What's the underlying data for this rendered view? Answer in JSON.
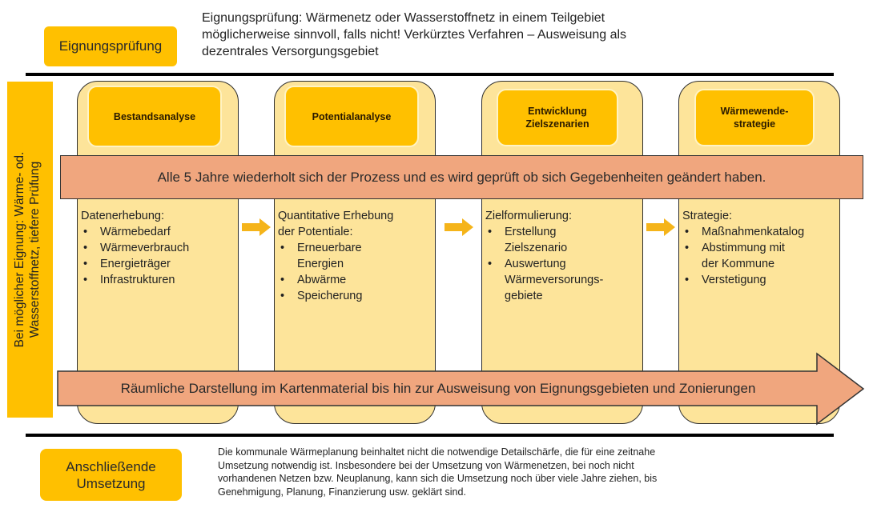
{
  "top": {
    "tag_label": "Eignungsprüfung",
    "description_lines": [
      "Eignungsprüfung: Wärmenetz oder Wasserstoffnetz in einem Teilgebiet",
      "möglicherweise sinnvoll, falls nicht! Verkürztes Verfahren – Ausweisung als",
      "dezentrales Versorgungsgebiet"
    ]
  },
  "side_label": {
    "lines": [
      "Bei möglicher Eignung: Wärme- od.",
      "Wasserstoffnetz, tiefere Prüfung"
    ]
  },
  "columns": [
    {
      "title_lines": [
        "Bestandsanalyse"
      ],
      "intro_lines": [
        "Datenerhebung:"
      ],
      "items": [
        [
          "Wärmebedarf"
        ],
        [
          "Wärmeverbrauch"
        ],
        [
          "Energieträger"
        ],
        [
          "Infrastrukturen"
        ]
      ]
    },
    {
      "title_lines": [
        "Potentialanalyse"
      ],
      "intro_lines": [
        "Quantitative Erhebung",
        "der Potentiale:"
      ],
      "items": [
        [
          "Erneuerbare",
          "Energien"
        ],
        [
          "Abwärme"
        ],
        [
          "Speicherung"
        ]
      ]
    },
    {
      "title_lines": [
        "Entwicklung",
        "Zielszenarien"
      ],
      "intro_lines": [
        "Zielformulierung:"
      ],
      "items": [
        [
          "Erstellung",
          "Zielszenario"
        ],
        [
          "Auswertung",
          "Wärmeversorungs-",
          "gebiete"
        ]
      ]
    },
    {
      "title_lines": [
        "Wärmewende-",
        "strategie"
      ],
      "intro_lines": [
        "Strategie:"
      ],
      "items": [
        [
          "Maßnahmenkatalog"
        ],
        [
          "Abstimmung mit",
          "der Kommune"
        ],
        [
          "Verstetigung"
        ]
      ]
    }
  ],
  "bands": {
    "cycle_text": "Alle 5 Jahre wiederholt sich der Prozess und es wird geprüft ob sich Gegebenheiten geändert haben.",
    "spatial_text": "Räumliche Darstellung im Kartenmaterial bis hin zur Ausweisung von Eignungsgebieten und Zonierungen"
  },
  "bottom": {
    "tag_lines": [
      "Anschließende",
      "Umsetzung"
    ],
    "description_lines": [
      "Die kommunale Wärmeplanung beinhaltet nicht  die notwendige Detailschärfe, die für eine zeitnahe",
      "Umsetzung notwendig ist. Insbesondere bei der Umsetzung von Wärmenetzen, bei noch nicht",
      "vorhandenen Netzen bzw. Neuplanung, kann sich die Umsetzung noch über viele Jahre ziehen, bis",
      "Genehmigung, Planung, Finanzierung usw. geklärt sind."
    ]
  },
  "colors": {
    "tag_yellow": "#ffc000",
    "column_fill": "#fde49a",
    "band_salmon": "#f0a67e",
    "arrow_orange": "#f5b41a"
  }
}
